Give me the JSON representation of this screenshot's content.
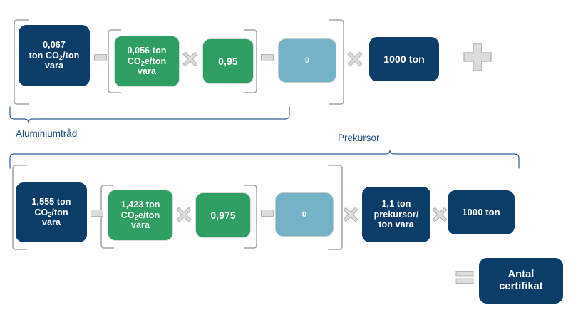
{
  "diagram": {
    "title_present": false,
    "colors": {
      "navy": "#0c3c68",
      "green": "#2f9e63",
      "light_blue": "#74b2c8",
      "operator_gray": "#dcdcdc",
      "operator_gray_border": "#b3b3b3",
      "bracket_gray": "#a6a6a6",
      "brace_blue": "#2e5f8f",
      "label_blue": "#1f4e79",
      "text_white": "#ffffff",
      "background": "#ffffff"
    },
    "rows": [
      {
        "id": "row-aluminiumtrad",
        "group_label": "Aluminiumtråd",
        "boxes": [
          {
            "id": "r1-b1",
            "style": "navy",
            "lines": [
              "0,067",
              "ton CO2/ton",
              "vara"
            ],
            "sub_line_index": 1,
            "sub_char": "2"
          },
          {
            "id": "r1-b2",
            "style": "green",
            "lines": [
              "0,056 ton",
              "CO2e/ton",
              "vara"
            ],
            "sub_line_index": 1,
            "sub_char": "2"
          },
          {
            "id": "r1-b3",
            "style": "green",
            "lines": [
              "0,95"
            ]
          },
          {
            "id": "r1-b4",
            "style": "lblue",
            "lines": [
              "0"
            ]
          },
          {
            "id": "r1-b5",
            "style": "navy",
            "lines": [
              "1000 ton"
            ]
          }
        ],
        "operators": [
          "minus",
          "times",
          "minus",
          "times",
          "plus"
        ]
      },
      {
        "id": "row-prekursor",
        "group_label": "Prekursor",
        "boxes": [
          {
            "id": "r2-b1",
            "style": "navy",
            "lines": [
              "1,555 ton",
              "CO2/ton",
              "vara"
            ],
            "sub_line_index": 1,
            "sub_char": "2"
          },
          {
            "id": "r2-b2",
            "style": "green",
            "lines": [
              "1,423 ton",
              "CO2e/ton",
              "vara"
            ],
            "sub_line_index": 1,
            "sub_char": "2"
          },
          {
            "id": "r2-b3",
            "style": "green",
            "lines": [
              "0,975"
            ]
          },
          {
            "id": "r2-b4",
            "style": "lblue",
            "lines": [
              "0"
            ]
          },
          {
            "id": "r2-b5",
            "style": "navy",
            "lines": [
              "1,1 ton",
              "prekursor/",
              "ton vara"
            ]
          },
          {
            "id": "r2-b6",
            "style": "navy",
            "lines": [
              "1000 ton"
            ]
          }
        ],
        "operators": [
          "minus",
          "times",
          "minus",
          "times",
          "times"
        ]
      }
    ],
    "result": {
      "operator": "equals",
      "label_line_1": "Antal",
      "label_line_2": "certifikat"
    },
    "box_text": {
      "r1_b1_l1": "0,067",
      "r1_b1_l2a": "ton CO",
      "r1_b1_l2b": "2",
      "r1_b1_l2c": "/ton",
      "r1_b1_l3": "vara",
      "r1_b2_l1": "0,056 ton",
      "r1_b2_l2a": "CO",
      "r1_b2_l2b": "2",
      "r1_b2_l2c": "e/ton",
      "r1_b2_l3": "vara",
      "r1_b3_l1": "0,95",
      "r1_b4_l1": "0",
      "r1_b5_l1": "1000 ton",
      "r2_b1_l1": "1,555 ton",
      "r2_b1_l2a": "CO",
      "r2_b1_l2b": "2",
      "r2_b1_l2c": "/ton",
      "r2_b1_l3": "vara",
      "r2_b2_l1": "1,423 ton",
      "r2_b2_l2a": "CO",
      "r2_b2_l2b": "2",
      "r2_b2_l2c": "e/ton",
      "r2_b2_l3": "vara",
      "r2_b3_l1": "0,975",
      "r2_b4_l1": "0",
      "r2_b5_l1": "1,1 ton",
      "r2_b5_l2": "prekursor/",
      "r2_b5_l3": "ton vara",
      "r2_b6_l1": "1000 ton",
      "result_l1": "Antal",
      "result_l2": "certifikat"
    },
    "labels": {
      "aluminiumtrad": "Aluminiumtråd",
      "prekursor": "Prekursor"
    }
  }
}
